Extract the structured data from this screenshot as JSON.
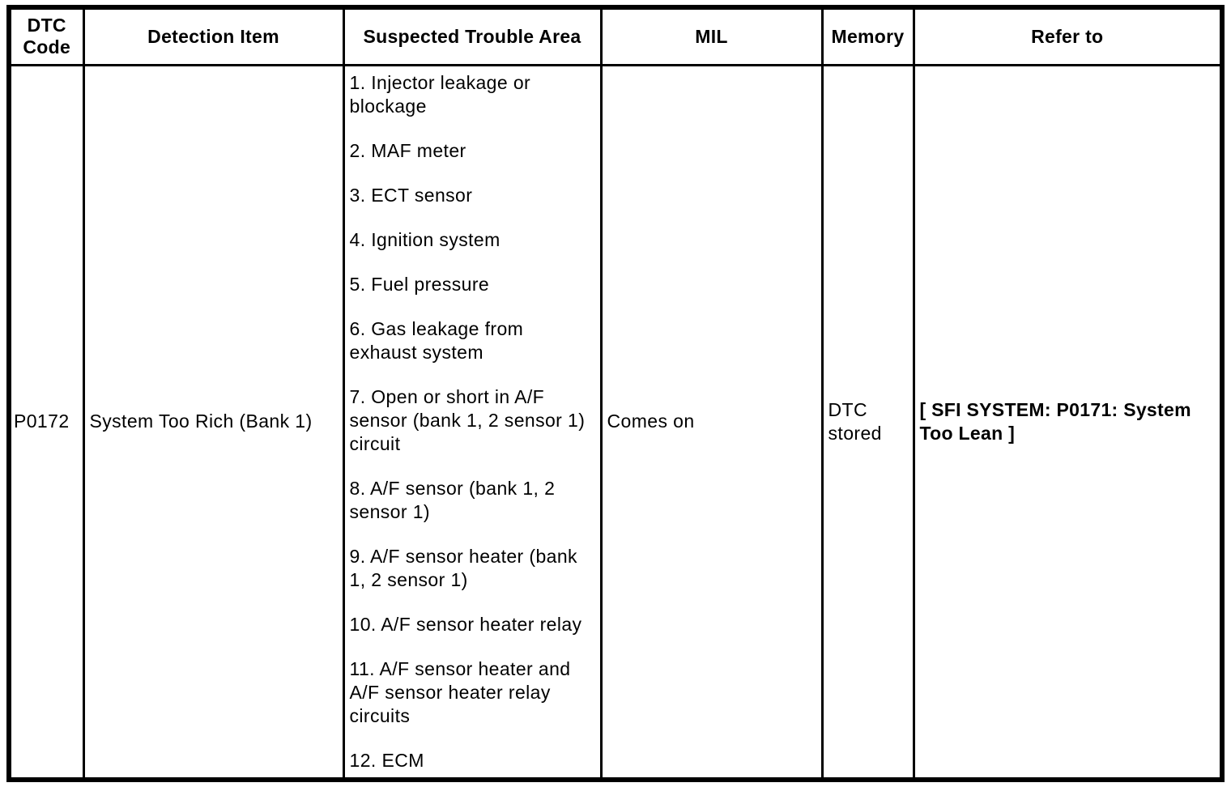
{
  "document": {
    "kind": "dtc-diagnostic-table",
    "columns": [
      "DTC Code",
      "Detection Item",
      "Suspected Trouble Area",
      "MIL",
      "Memory",
      "Refer to"
    ],
    "row": {
      "dtc_code": "P0172",
      "detection_item": "System Too Rich (Bank 1)",
      "suspected_trouble_areas": [
        "1. Injector leakage or blockage",
        "2. MAF meter",
        "3. ECT sensor",
        "4. Ignition system",
        "5. Fuel pressure",
        "6. Gas leakage from exhaust system",
        "7. Open or short in A/F sensor (bank 1, 2 sensor 1) circuit",
        "8. A/F sensor (bank 1, 2 sensor 1)",
        "9. A/F sensor heater (bank 1, 2 sensor 1)",
        "10. A/F sensor heater relay",
        "11. A/F sensor heater and A/F sensor heater relay circuits",
        "12. ECM"
      ],
      "mil": "Comes on",
      "memory": "DTC stored",
      "refer_to": "[ SFI SYSTEM: P0171: System Too Lean ]"
    },
    "colors": {
      "text": "#000000",
      "border": "#000000",
      "background": "#ffffff"
    }
  }
}
